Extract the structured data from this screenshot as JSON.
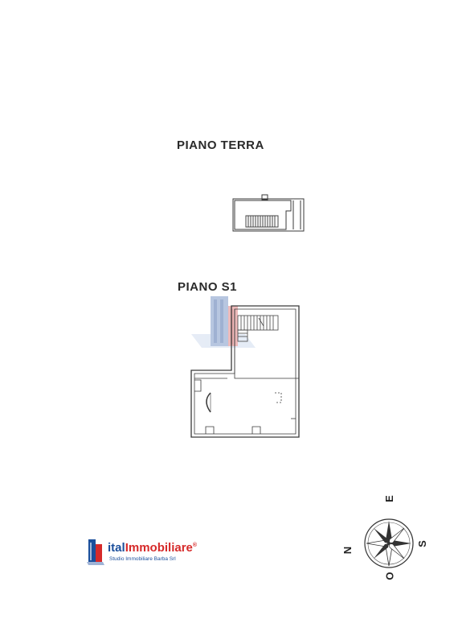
{
  "floor_labels": {
    "ground": "PIANO TERRA",
    "basement": "PIANO S1"
  },
  "compass": {
    "north": "N",
    "east": "E",
    "south": "S",
    "west": "O"
  },
  "logo": {
    "brand_part1": "ital",
    "brand_part2": "Immobiliare",
    "registered": "®",
    "subtitle": "Studio Immobiliare Barba Srl"
  },
  "colors": {
    "line": "#3a3a3a",
    "brand_blue": "#1b4f9c",
    "brand_red": "#d62a2a",
    "watermark_blue": "#9fb3d6",
    "watermark_red": "#e7a3a3"
  }
}
